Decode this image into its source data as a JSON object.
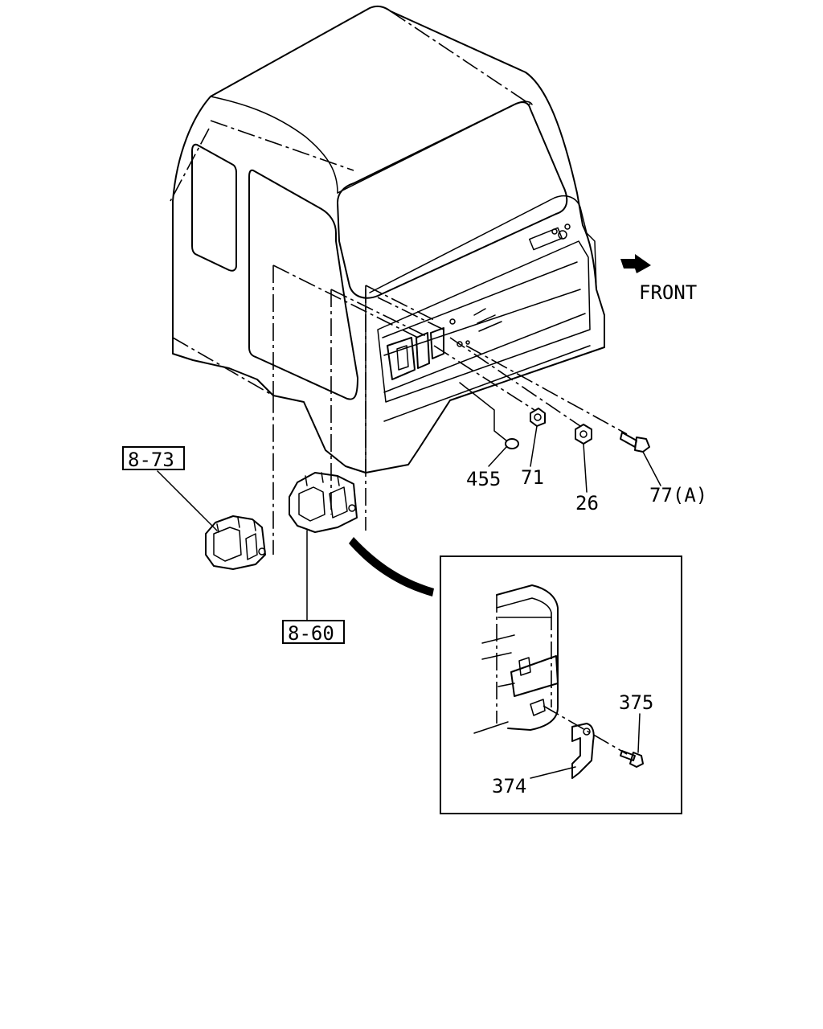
{
  "labels": {
    "front": "FRONT",
    "ref_873": "8-73",
    "ref_860": "8-60",
    "p455": "455",
    "p71": "71",
    "p26": "26",
    "p77a": "77(A)",
    "p375": "375",
    "p374": "374"
  },
  "colors": {
    "line": "#000000",
    "background": "#ffffff"
  }
}
